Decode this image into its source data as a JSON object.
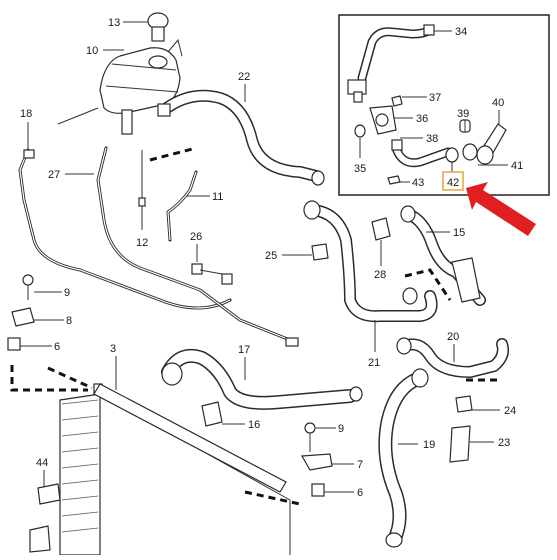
{
  "diagram": {
    "callouts": {
      "p3": "3",
      "p6a": "6",
      "p6b": "6",
      "p7": "7",
      "p8": "8",
      "p9a": "9",
      "p9b": "9",
      "p10": "10",
      "p11": "11",
      "p12": "12",
      "p13": "13",
      "p15": "15",
      "p16": "16",
      "p17": "17",
      "p18": "18",
      "p19": "19",
      "p20": "20",
      "p21": "21",
      "p22": "22",
      "p23": "23",
      "p24": "24",
      "p25": "25",
      "p26": "26",
      "p27": "27",
      "p28": "28",
      "p34": "34",
      "p35": "35",
      "p36": "36",
      "p37": "37",
      "p38": "38",
      "p39": "39",
      "p40": "40",
      "p41": "41",
      "p42": "42",
      "p43": "43",
      "p44": "44"
    },
    "highlight": {
      "part": "42",
      "box_color": "#e8a33a",
      "arrow_color": "#e02020"
    }
  }
}
